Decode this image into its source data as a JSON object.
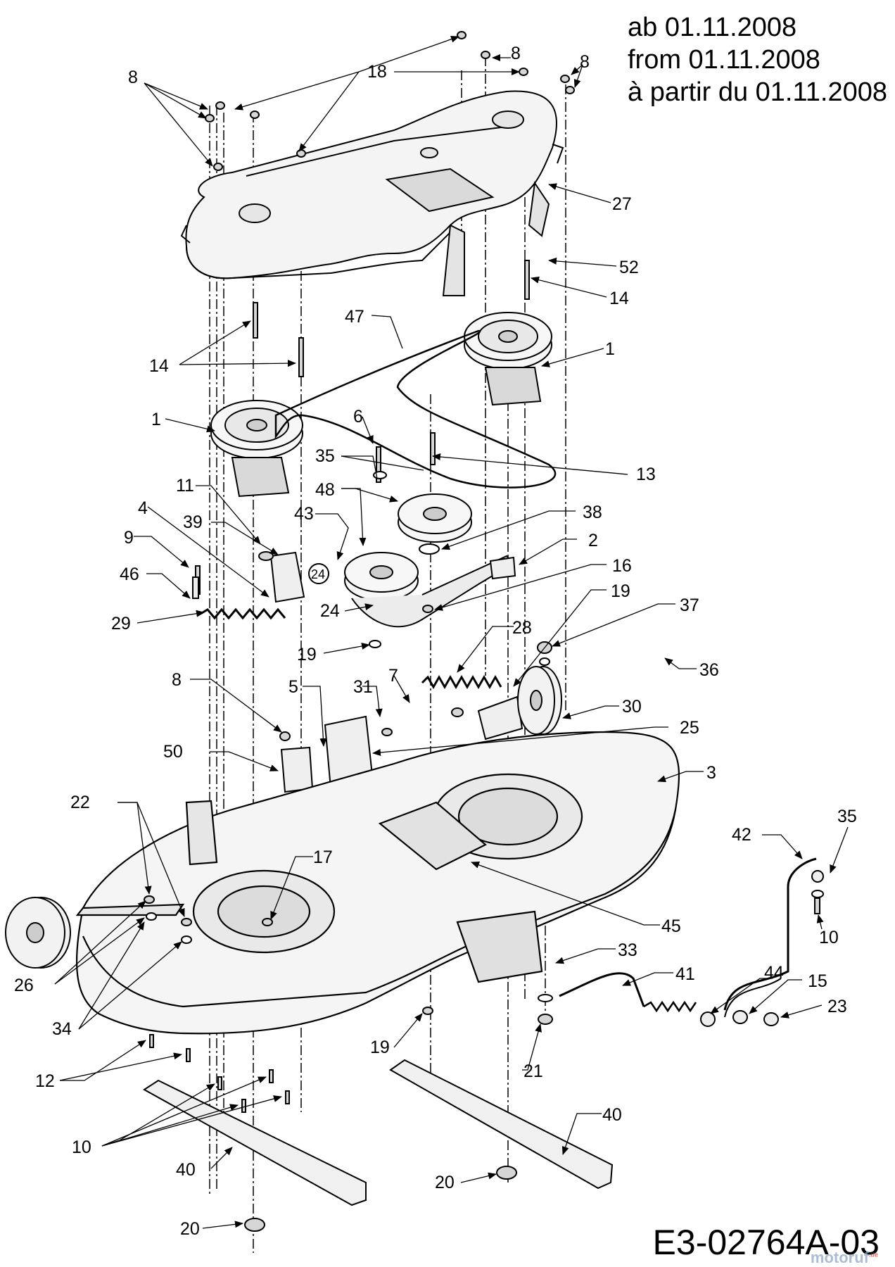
{
  "header": {
    "date_lines": [
      "ab 01.11.2008",
      "from 01.11.2008",
      "à partir du 01.11.2008"
    ]
  },
  "footer": {
    "drawing_number": "E3-02764A-03",
    "watermark": "motoruf",
    "watermark_suffix": ".de"
  },
  "callouts": [
    {
      "id": "c18",
      "label": "18"
    },
    {
      "id": "c8a",
      "label": "8"
    },
    {
      "id": "c8b",
      "label": "8"
    },
    {
      "id": "c8c",
      "label": "8"
    },
    {
      "id": "c27",
      "label": "27"
    },
    {
      "id": "c52",
      "label": "52"
    },
    {
      "id": "c14a",
      "label": "14"
    },
    {
      "id": "c14b",
      "label": "14"
    },
    {
      "id": "c47",
      "label": "47"
    },
    {
      "id": "c1a",
      "label": "1"
    },
    {
      "id": "c1b",
      "label": "1"
    },
    {
      "id": "c6",
      "label": "6"
    },
    {
      "id": "c35a",
      "label": "35"
    },
    {
      "id": "c13",
      "label": "13"
    },
    {
      "id": "c48",
      "label": "48"
    },
    {
      "id": "c11",
      "label": "11"
    },
    {
      "id": "c38",
      "label": "38"
    },
    {
      "id": "c4",
      "label": "4"
    },
    {
      "id": "c39",
      "label": "39"
    },
    {
      "id": "c43",
      "label": "43"
    },
    {
      "id": "c2",
      "label": "2"
    },
    {
      "id": "c9",
      "label": "9"
    },
    {
      "id": "c16",
      "label": "16"
    },
    {
      "id": "c46",
      "label": "46"
    },
    {
      "id": "c24a",
      "label": "24"
    },
    {
      "id": "c24b",
      "label": "24"
    },
    {
      "id": "c19a",
      "label": "19"
    },
    {
      "id": "c37",
      "label": "37"
    },
    {
      "id": "c29",
      "label": "29"
    },
    {
      "id": "c19b",
      "label": "19"
    },
    {
      "id": "c28",
      "label": "28"
    },
    {
      "id": "c36",
      "label": "36"
    },
    {
      "id": "c8d",
      "label": "8"
    },
    {
      "id": "c31",
      "label": "31"
    },
    {
      "id": "c7",
      "label": "7"
    },
    {
      "id": "c5",
      "label": "5"
    },
    {
      "id": "c30",
      "label": "30"
    },
    {
      "id": "c25",
      "label": "25"
    },
    {
      "id": "c50",
      "label": "50"
    },
    {
      "id": "c3",
      "label": "3"
    },
    {
      "id": "c22",
      "label": "22"
    },
    {
      "id": "c42",
      "label": "42"
    },
    {
      "id": "c35b",
      "label": "35"
    },
    {
      "id": "c17",
      "label": "17"
    },
    {
      "id": "c10a",
      "label": "10"
    },
    {
      "id": "c45",
      "label": "45"
    },
    {
      "id": "c33",
      "label": "33"
    },
    {
      "id": "c41",
      "label": "41"
    },
    {
      "id": "c26",
      "label": "26"
    },
    {
      "id": "c44",
      "label": "44"
    },
    {
      "id": "c15",
      "label": "15"
    },
    {
      "id": "c23",
      "label": "23"
    },
    {
      "id": "c34",
      "label": "34"
    },
    {
      "id": "c19c",
      "label": "19"
    },
    {
      "id": "c21",
      "label": "21"
    },
    {
      "id": "c12",
      "label": "12"
    },
    {
      "id": "c10b",
      "label": "10"
    },
    {
      "id": "c40a",
      "label": "40"
    },
    {
      "id": "c40b",
      "label": "40"
    },
    {
      "id": "c20a",
      "label": "20"
    },
    {
      "id": "c20b",
      "label": "20"
    }
  ]
}
